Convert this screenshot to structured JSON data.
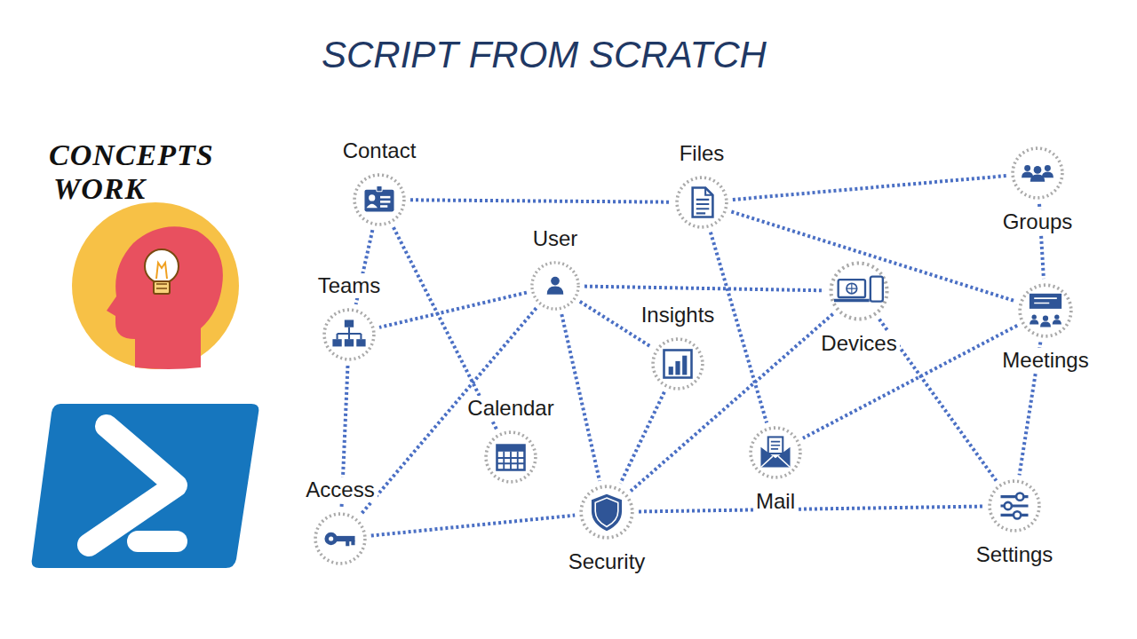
{
  "diagram": {
    "title": "SCRIPT FROM SCRATCH",
    "nodes": [
      {
        "text": [
          "Contact"
        ]
      },
      {
        "text": [
          "Files"
        ]
      },
      {
        "text": [
          "Groups"
        ]
      },
      {
        "text": [
          "Teams"
        ]
      },
      {
        "text": [
          "User"
        ]
      },
      {
        "text": [
          "Insights"
        ]
      },
      {
        "text": [
          "Devices"
        ]
      },
      {
        "text": [
          "Meetings"
        ]
      },
      {
        "text": [
          "Calendar"
        ]
      },
      {
        "text": [
          "Mail"
        ]
      },
      {
        "text": [
          "Access"
        ]
      },
      {
        "text": [
          "Security"
        ]
      },
      {
        "text": [
          "Settings"
        ]
      }
    ],
    "edges": [
      {
        "from": 0,
        "to": 1,
        "arrow": "none"
      },
      {
        "from": 1,
        "to": 2,
        "arrow": "none"
      },
      {
        "from": 1,
        "to": 7,
        "arrow": "none"
      },
      {
        "from": 1,
        "to": 9,
        "arrow": "none"
      },
      {
        "from": 0,
        "to": 3,
        "arrow": "none"
      },
      {
        "from": 0,
        "to": 8,
        "arrow": "none"
      },
      {
        "from": 4,
        "to": 3,
        "arrow": "none"
      },
      {
        "from": 4,
        "to": 6,
        "arrow": "none"
      },
      {
        "from": 4,
        "to": 5,
        "arrow": "none"
      },
      {
        "from": 4,
        "to": 11,
        "arrow": "none"
      },
      {
        "from": 4,
        "to": 10,
        "arrow": "none"
      },
      {
        "from": 3,
        "to": 10,
        "arrow": "none"
      },
      {
        "from": 5,
        "to": 11,
        "arrow": "none"
      },
      {
        "from": 6,
        "to": 11,
        "arrow": "none"
      },
      {
        "from": 6,
        "to": 12,
        "arrow": "none"
      },
      {
        "from": 2,
        "to": 7,
        "arrow": "none"
      },
      {
        "from": 7,
        "to": 9,
        "arrow": "none"
      },
      {
        "from": 7,
        "to": 12,
        "arrow": "none"
      },
      {
        "from": 10,
        "to": 11,
        "arrow": "none"
      },
      {
        "from": 11,
        "to": 12,
        "arrow": "none"
      }
    ],
    "labels": [
      "CONCEPTS",
      "WORK"
    ]
  }
}
